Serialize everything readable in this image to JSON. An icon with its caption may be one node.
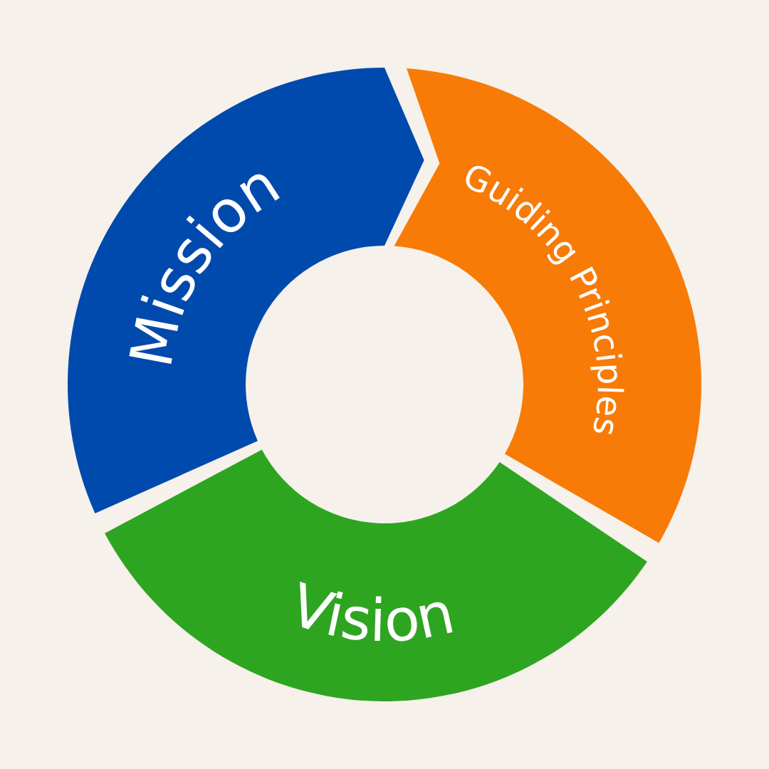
{
  "diagram": {
    "nodes": [
      {
        "text": [
          "Mission"
        ]
      },
      {
        "text": [
          "Guiding Principles"
        ]
      },
      {
        "text": [
          "Vision"
        ]
      }
    ]
  }
}
